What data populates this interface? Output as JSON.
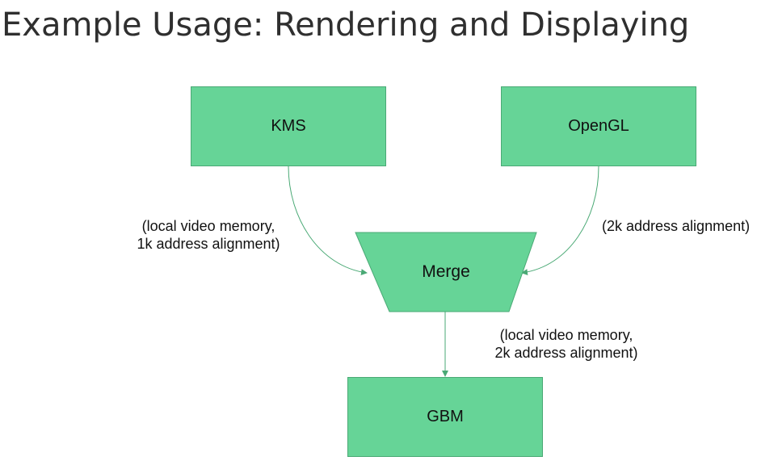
{
  "slide": {
    "title": "Example Usage: Rendering and Displaying"
  },
  "diagram": {
    "nodes": {
      "kms": "KMS",
      "opengl": "OpenGL",
      "merge": "Merge",
      "gbm": "GBM"
    },
    "edge_labels": {
      "kms_line1": "(local video memory,",
      "kms_line2": "1k address alignment)",
      "opengl": "(2k address alignment)",
      "merge_line1": "(local video memory,",
      "merge_line2": "2k address alignment)"
    },
    "colors": {
      "node_fill": "#66d497",
      "node_border": "#4aa975",
      "edge": "#4aa975"
    }
  }
}
